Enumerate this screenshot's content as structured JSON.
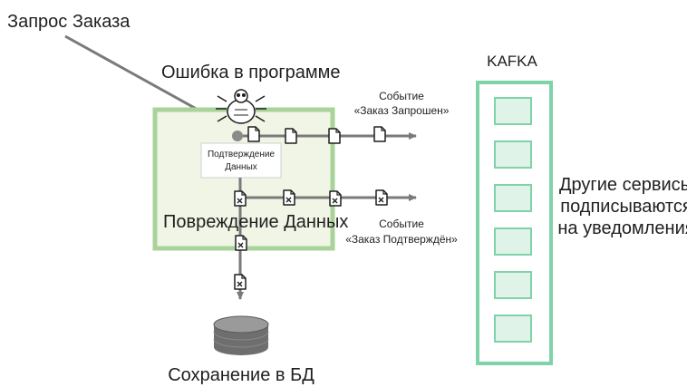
{
  "labels": {
    "order_request": "Запрос Заказа",
    "program_error": "Ошибка в программе",
    "event1_line1": "Событие",
    "event1_line2": "«Заказ Запрошен»",
    "confirm_line1": "Подтверждение",
    "confirm_line2": "Данных",
    "data_corruption": "Повреждение Данных",
    "event2_line1": "Событие",
    "event2_line2": "«Заказ Подтверждён»",
    "kafka": "KAFKA",
    "other_line1": "Другие сервисы",
    "other_line2": "подписываются",
    "other_line3": "на уведомления",
    "save_db": "Сохранение в БД"
  },
  "colors": {
    "service_border": "#a9d39a",
    "service_fill": "#f0f5e6",
    "kafka_border": "#7fd3a8",
    "kafka_slot_fill": "#dff3e9",
    "arrow": "#7a7a7a",
    "db": "#6e6e6e"
  },
  "kafka_slot_count": 6
}
